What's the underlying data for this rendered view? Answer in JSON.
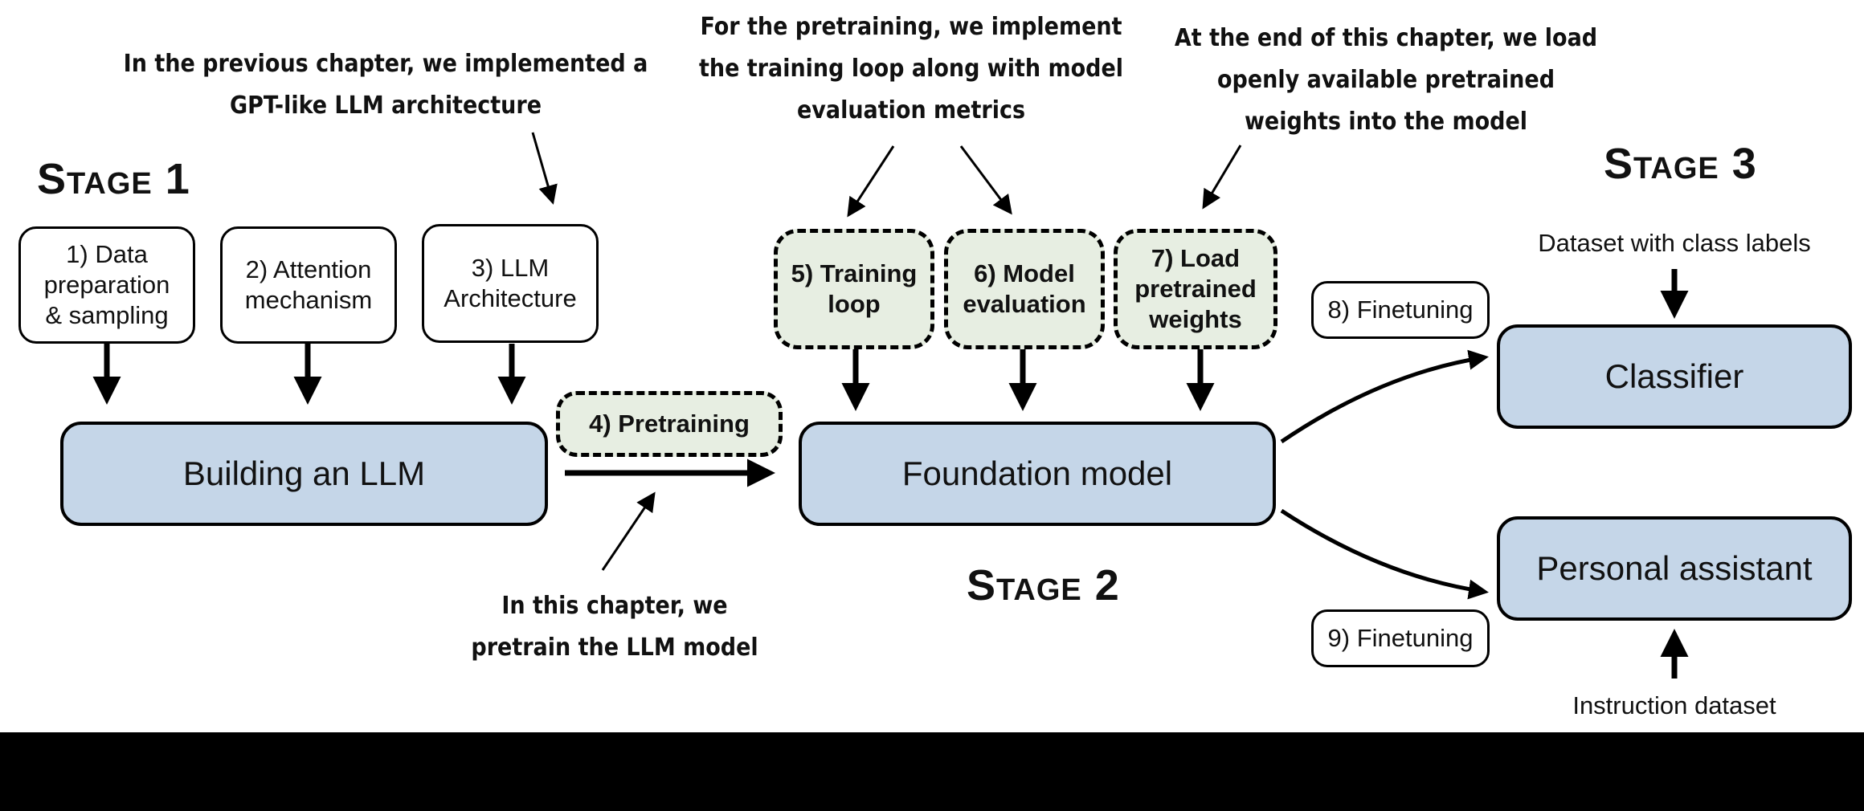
{
  "stages": {
    "stage1": "Stage 1",
    "stage2": "Stage 2",
    "stage3": "Stage 3"
  },
  "notes": {
    "previous_chapter": "In the previous chapter, we implemented a\nGPT-like LLM architecture",
    "pretraining_metrics": "For the pretraining, we implement\nthe training loop along with model\nevaluation metrics",
    "load_weights": "At the end of this chapter, we load\nopenly available pretrained\nweights into the model",
    "this_chapter": "In this chapter, we\npretrain the LLM model"
  },
  "steps": {
    "data_prep": "1) Data\npreparation\n& sampling",
    "attention": "2) Attention\nmechanism",
    "llm_arch": "3) LLM\nArchitecture",
    "pretraining": "4) Pretraining",
    "training_loop": "5) Training\nloop",
    "model_eval": "6) Model\nevaluation",
    "load_weights": "7) Load\npretrained\nweights",
    "finetuning_8": "8) Finetuning",
    "finetuning_9": "9) Finetuning"
  },
  "blocks": {
    "building_llm": "Building an LLM",
    "foundation_model": "Foundation model",
    "classifier": "Classifier",
    "personal_assistant": "Personal assistant"
  },
  "labels": {
    "class_dataset": "Dataset with class labels",
    "instruction_dataset": "Instruction dataset"
  },
  "colors": {
    "block_fill": "#c5d6e8",
    "dashed_fill": "#e7eee2",
    "bottom_bar": "#000000"
  }
}
